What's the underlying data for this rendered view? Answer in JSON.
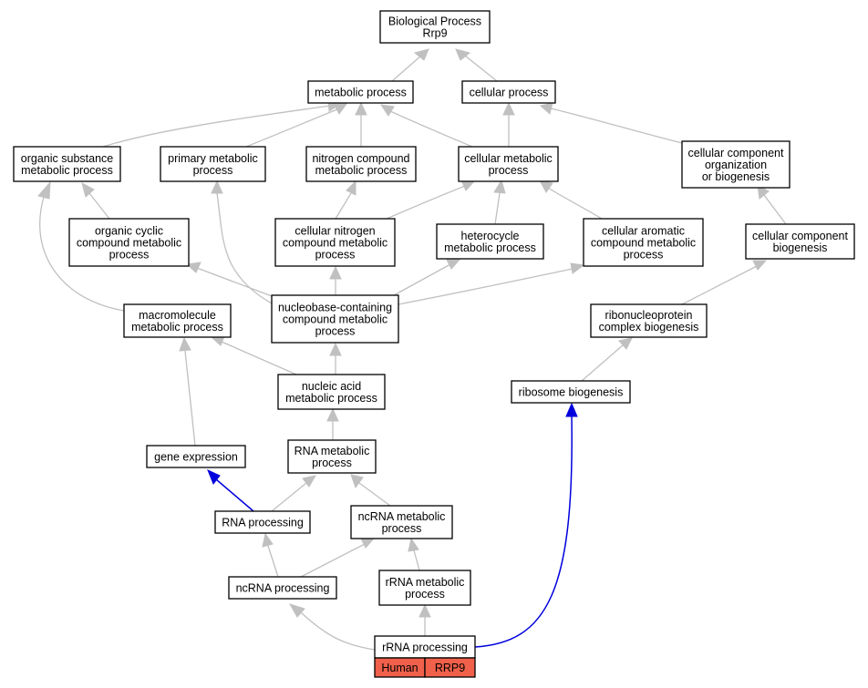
{
  "nodes": {
    "bp": [
      "Biological Process",
      "Rrp9"
    ],
    "metabolic": [
      "metabolic process"
    ],
    "cellular": [
      "cellular process"
    ],
    "organic_substance": [
      "organic substance",
      "metabolic process"
    ],
    "primary": [
      "primary metabolic",
      "process"
    ],
    "nitrogen": [
      "nitrogen compound",
      "metabolic process"
    ],
    "cell_metabolic": [
      "cellular metabolic",
      "process"
    ],
    "ccob": [
      "cellular component",
      "organization",
      "or biogenesis"
    ],
    "organic_cyclic": [
      "organic cyclic",
      "compound metabolic",
      "process"
    ],
    "cell_nitrogen": [
      "cellular nitrogen",
      "compound metabolic",
      "process"
    ],
    "heterocycle": [
      "heterocycle",
      "metabolic process"
    ],
    "cell_aromatic": [
      "cellular aromatic",
      "compound metabolic",
      "process"
    ],
    "ccb": [
      "cellular component",
      "biogenesis"
    ],
    "macromolecule": [
      "macromolecule",
      "metabolic process"
    ],
    "nucleobase": [
      "nucleobase-containing",
      "compound metabolic",
      "process"
    ],
    "rnp": [
      "ribonucleoprotein",
      "complex biogenesis"
    ],
    "nucleic": [
      "nucleic acid",
      "metabolic process"
    ],
    "ribosome": [
      "ribosome biogenesis"
    ],
    "gene_expr": [
      "gene expression"
    ],
    "rna_metabolic": [
      "RNA metabolic",
      "process"
    ],
    "rna_proc": [
      "RNA processing"
    ],
    "ncrna_metabolic": [
      "ncRNA metabolic",
      "process"
    ],
    "ncrna_proc": [
      "ncRNA processing"
    ],
    "rrna_metabolic": [
      "rRNA metabolic",
      "process"
    ],
    "rrna_proc": [
      "rRNA processing"
    ]
  },
  "gene_annotation": {
    "species": "Human",
    "gene": "RRP9",
    "fill_color": "#f0604a"
  },
  "edge_colors": {
    "is_a": "#c0c0c0",
    "direct": "#0000dd"
  }
}
